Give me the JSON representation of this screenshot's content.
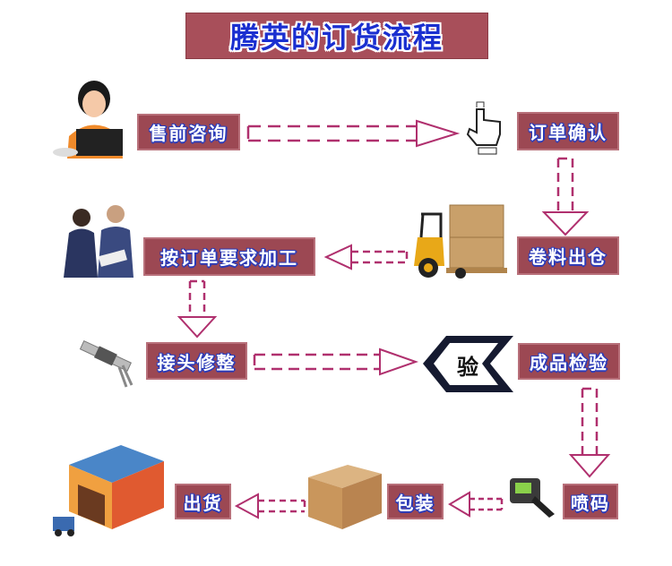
{
  "title": "腾英的订货流程",
  "steps": {
    "presale": "售前咨询",
    "confirm": "订单确认",
    "material_out": "卷料出仓",
    "process": "按订单要求加工",
    "joint_trim": "接头修整",
    "inspection": "成品检验",
    "inspect_symbol": "验",
    "coding": "喷码",
    "packing": "包装",
    "shipping": "出货"
  },
  "colors": {
    "box": "#9c4853",
    "arrow": "#b0306e",
    "title_text": "#1a2fd0"
  }
}
